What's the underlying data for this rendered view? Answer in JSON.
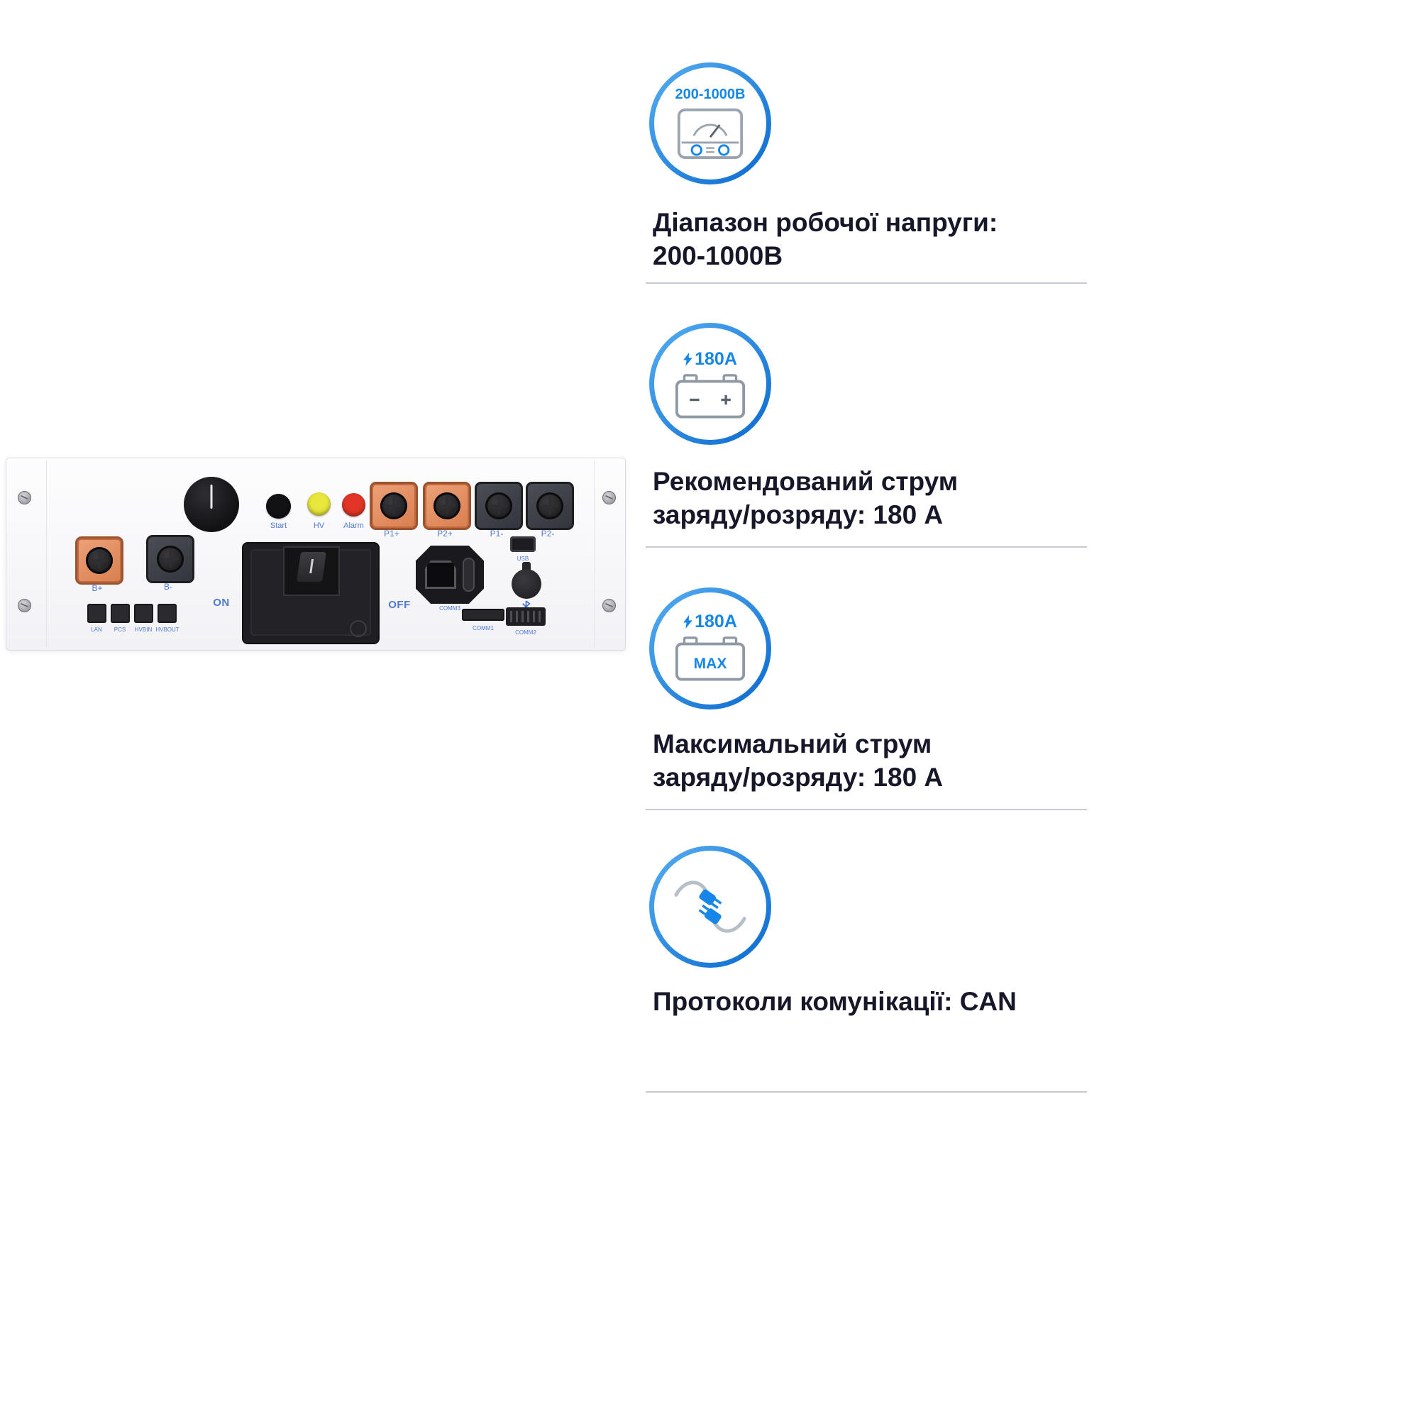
{
  "features": [
    {
      "badge": "200-1000В",
      "lines": [
        "Діапазон робочої напруги:",
        "200-1000В"
      ]
    },
    {
      "badge": "180A",
      "lines": [
        "Рекомендований струм",
        "заряду/розряду: 180 А"
      ]
    },
    {
      "badge": "180A",
      "inner": "MAX",
      "lines": [
        "Максимальний струм",
        "заряду/розряду: 180 А"
      ]
    },
    {
      "lines": [
        "Протоколи комунікації: CAN"
      ]
    }
  ],
  "panel": {
    "buttons": [
      {
        "label": "Start"
      },
      {
        "label": "HV"
      },
      {
        "label": "Alarm"
      }
    ],
    "power_connectors": [
      {
        "label": "P1+"
      },
      {
        "label": "P2+"
      },
      {
        "label": "P1-"
      },
      {
        "label": "P2-"
      }
    ],
    "battery_terminals": [
      {
        "label": "B+"
      },
      {
        "label": "B-"
      }
    ],
    "io_ports": [
      "LAN",
      "PCS",
      "HVBIN",
      "HVBOUT"
    ],
    "switch_labels": {
      "on": "ON",
      "off": "OFF"
    },
    "comm_labels": {
      "usb": "USB",
      "comm1": "COMM1",
      "comm2": "COMM2",
      "comm3": "COMM3"
    }
  },
  "colors": {
    "accent_blue": "#1686e8",
    "label_blue": "#4e79cf",
    "divider_gray": "#c6cad1",
    "terminal_orange": "#d97f50"
  }
}
